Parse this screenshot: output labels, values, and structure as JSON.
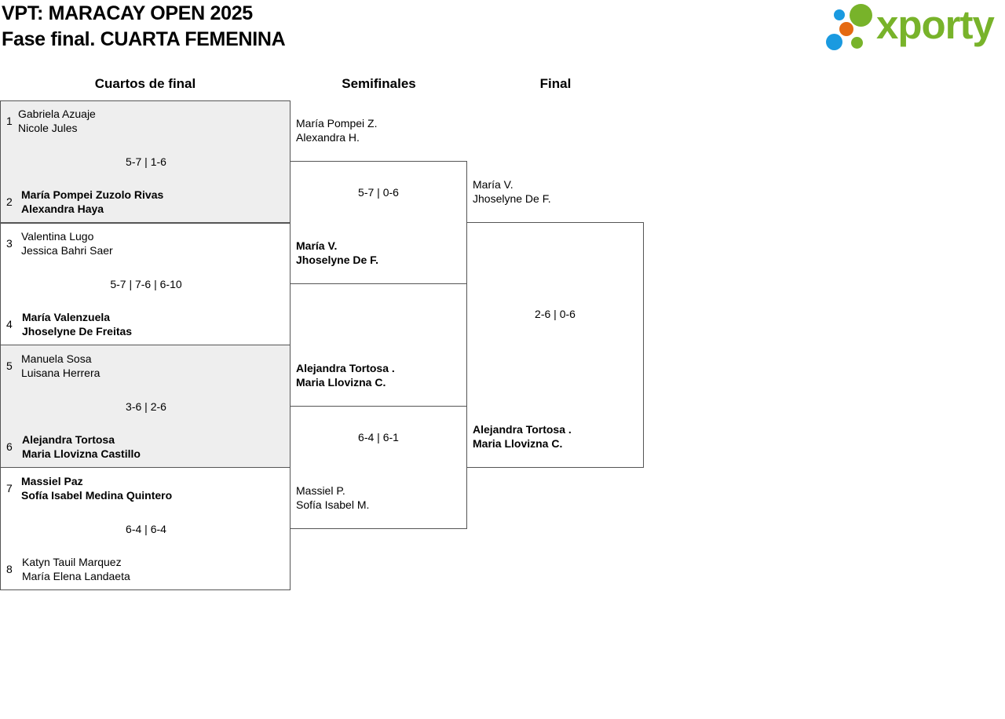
{
  "header": {
    "title_line1": "VPT: MARACAY OPEN 2025",
    "title_line2": "Fase final. CUARTA FEMENINA",
    "logo_text": "xporty",
    "logo_colors": {
      "green": "#78b32a",
      "blue": "#1a9ae0",
      "orange": "#e56a12"
    }
  },
  "columns": {
    "quarterfinals": "Cuartos de final",
    "semifinals": "Semifinales",
    "final": "Final"
  },
  "quarterfinals": [
    {
      "top": {
        "seed": "1",
        "player1": "Gabriela Azuaje",
        "player2": "Nicole Jules",
        "winner": false
      },
      "score": "5-7 | 1-6",
      "bottom": {
        "seed": "2",
        "player1": "María Pompei Zuzolo Rivas",
        "player2": "Alexandra Haya",
        "winner": true
      }
    },
    {
      "top": {
        "seed": "3",
        "player1": "Valentina Lugo",
        "player2": "Jessica Bahri Saer",
        "winner": false
      },
      "score": "5-7 | 7-6 | 6-10",
      "bottom": {
        "seed": "4",
        "player1": "María Valenzuela",
        "player2": "Jhoselyne De Freitas",
        "winner": true
      }
    },
    {
      "top": {
        "seed": "5",
        "player1": "Manuela Sosa",
        "player2": "Luisana Herrera",
        "winner": false
      },
      "score": "3-6 | 2-6",
      "bottom": {
        "seed": "6",
        "player1": "Alejandra Tortosa",
        "player2": "Maria Llovizna Castillo",
        "winner": true
      }
    },
    {
      "top": {
        "seed": "7",
        "player1": "Massiel Paz",
        "player2": "Sofía Isabel Medina Quintero",
        "winner": true
      },
      "score": "6-4 | 6-4",
      "bottom": {
        "seed": "8",
        "player1": "Katyn Tauil Marquez",
        "player2": "María Elena Landaeta",
        "winner": false
      }
    }
  ],
  "semifinals": [
    {
      "top": {
        "player1": "María Pompei Z.",
        "player2": "Alexandra H.",
        "winner": false
      },
      "score": "5-7 | 0-6",
      "bottom": {
        "player1": "María V.",
        "player2": "Jhoselyne De F.",
        "winner": true
      }
    },
    {
      "top": {
        "player1": "Alejandra Tortosa .",
        "player2": "Maria Llovizna C.",
        "winner": true
      },
      "score": "6-4 | 6-1",
      "bottom": {
        "player1": "Massiel P.",
        "player2": "Sofía Isabel M.",
        "winner": false
      }
    }
  ],
  "final": {
    "top": {
      "player1": "María V.",
      "player2": "Jhoselyne De F.",
      "winner": false
    },
    "score": "2-6 | 0-6",
    "bottom": {
      "player1": "Alejandra Tortosa .",
      "player2": "Maria Llovizna C.",
      "winner": true
    }
  }
}
